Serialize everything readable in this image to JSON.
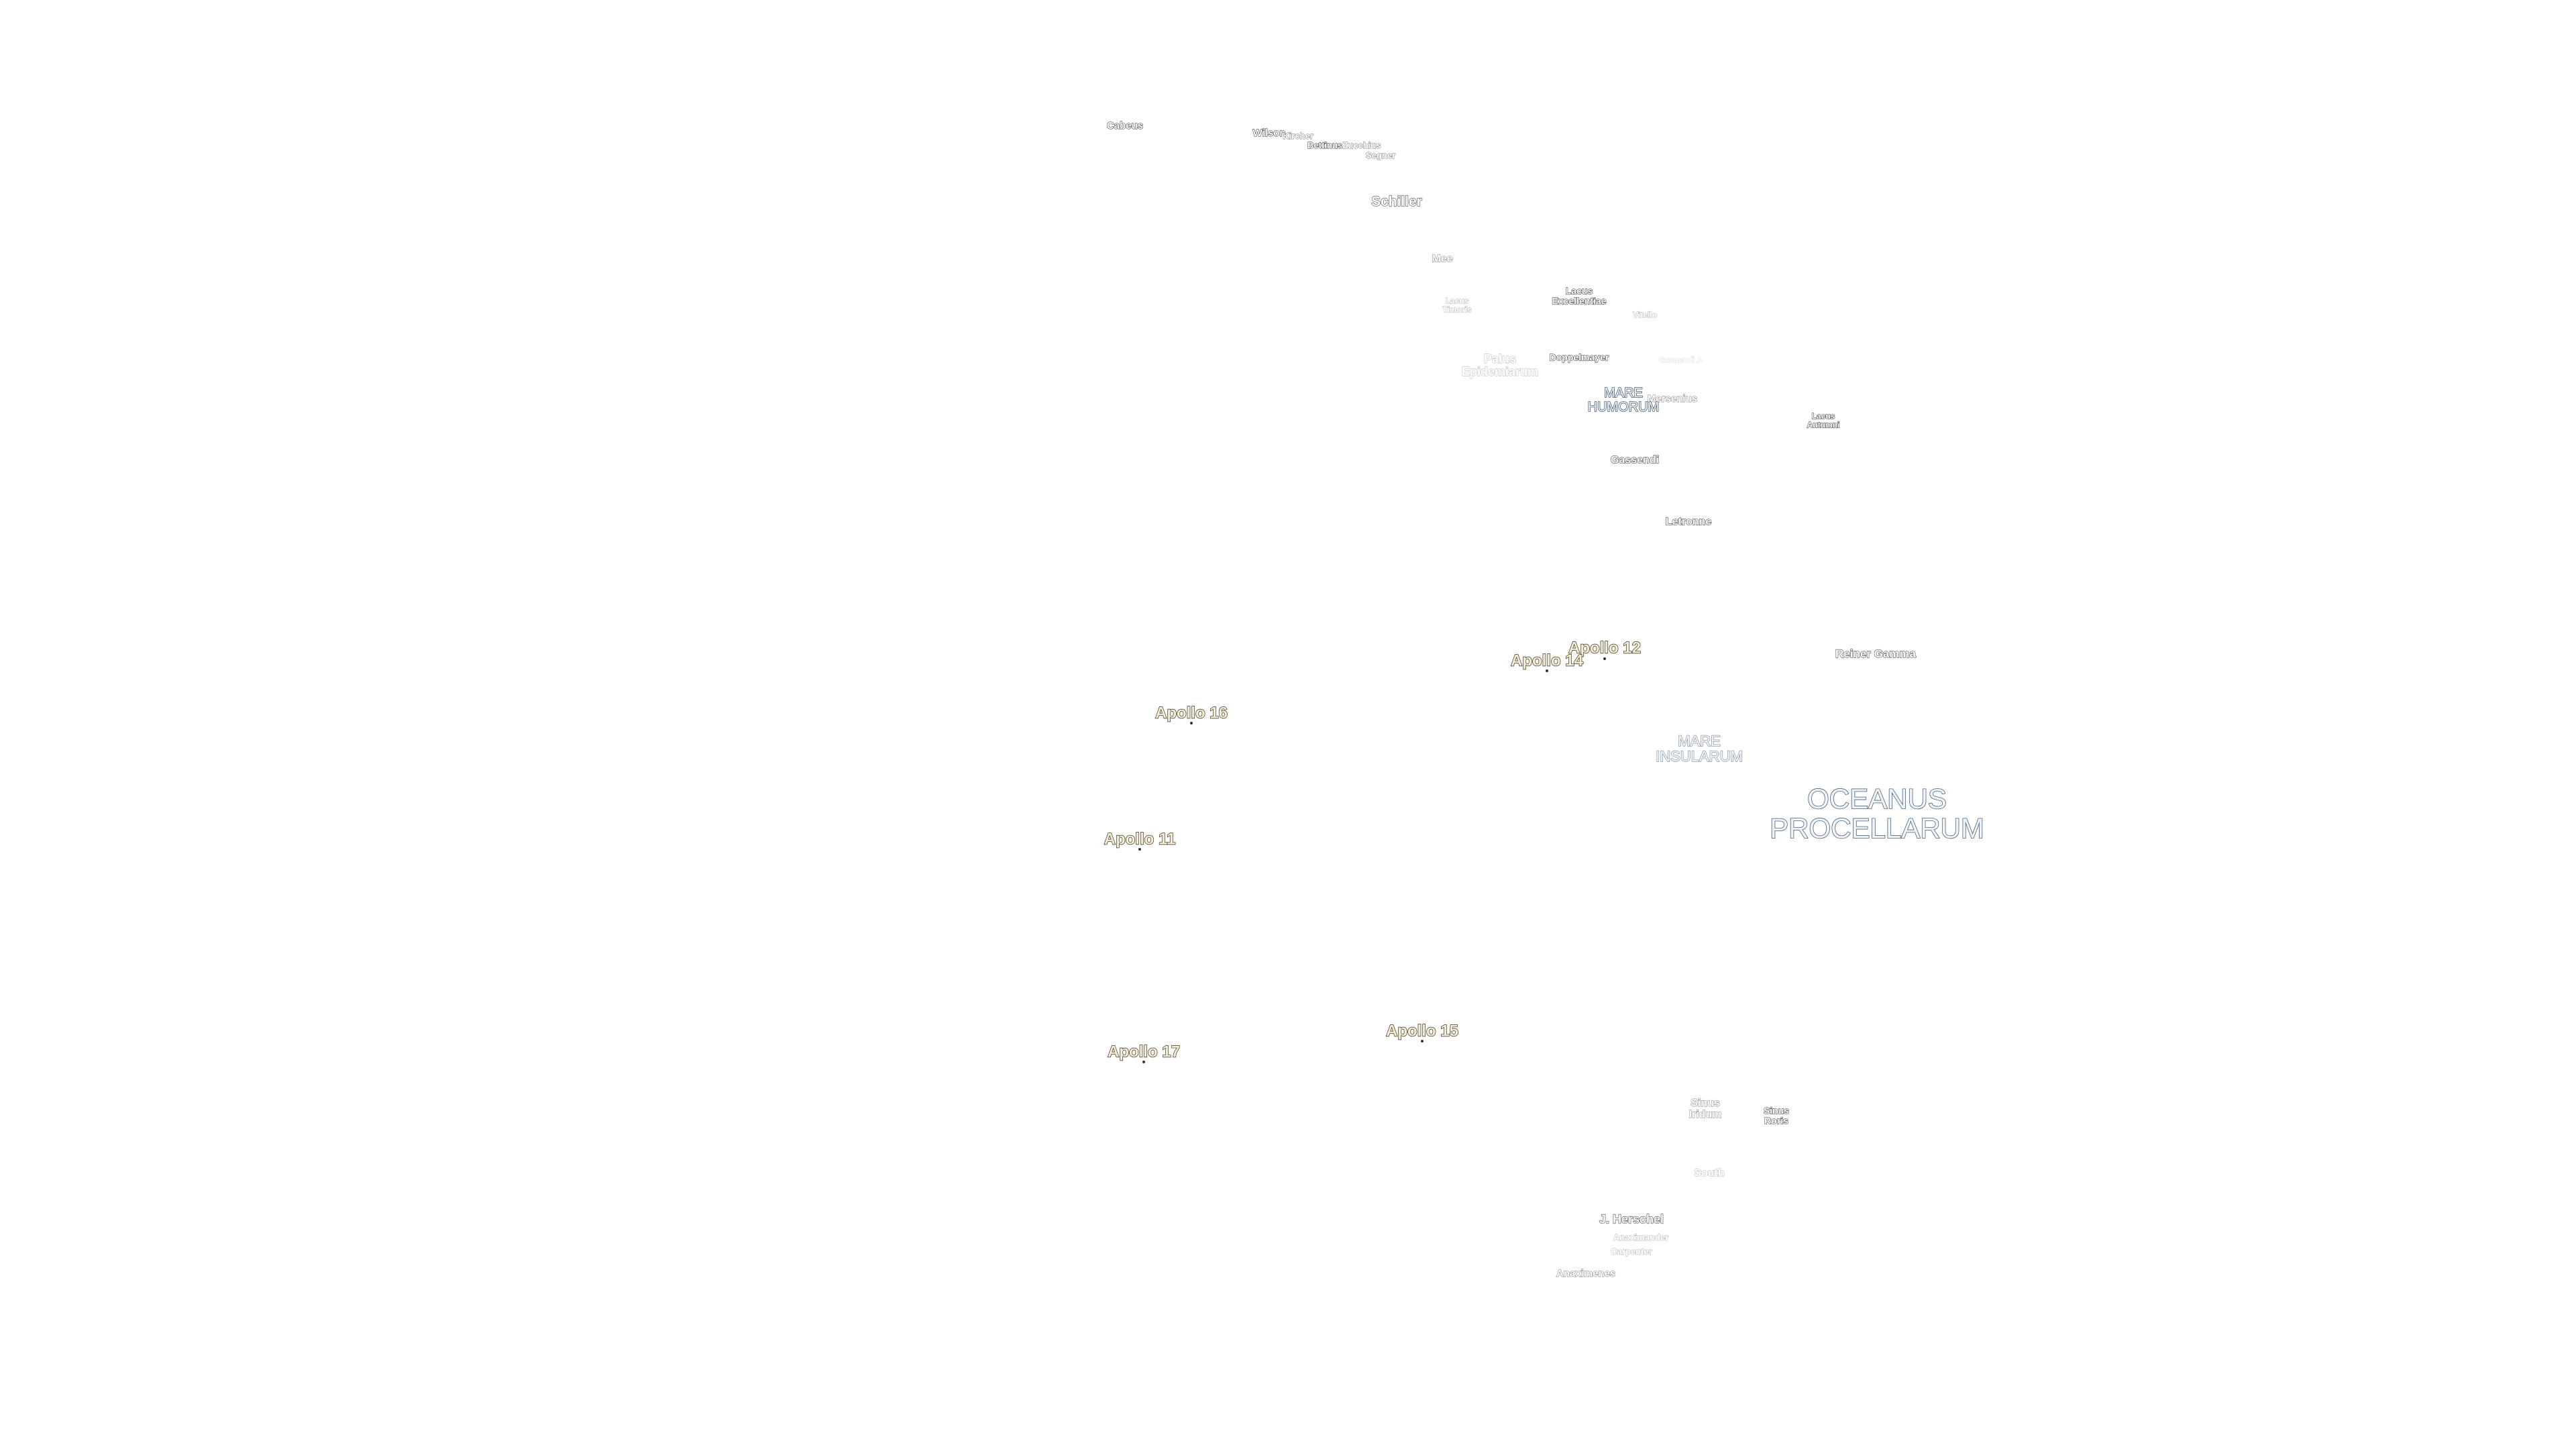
{
  "map": {
    "labels": [
      {
        "id": "cabeus",
        "text": "Cabeus",
        "kind": "crater"
      },
      {
        "id": "wilson",
        "text": "Wilson",
        "kind": "crater"
      },
      {
        "id": "kircher",
        "text": "Kircher",
        "kind": "crater"
      },
      {
        "id": "bettinus",
        "text": "Bettinus",
        "kind": "crater"
      },
      {
        "id": "zucchius",
        "text": "Zucchius",
        "kind": "crater"
      },
      {
        "id": "segner",
        "text": "Segner",
        "kind": "crater"
      },
      {
        "id": "schiller",
        "text": "Schiller",
        "kind": "crater"
      },
      {
        "id": "mee",
        "text": "Mee",
        "kind": "crater"
      },
      {
        "id": "lacus-timoris",
        "text": "Lacus\nTimoris",
        "kind": "lacus"
      },
      {
        "id": "lacus-excellentiae",
        "text": "Lacus\nExcellentiae",
        "kind": "lacus"
      },
      {
        "id": "vitello",
        "text": "Vitello",
        "kind": "crater"
      },
      {
        "id": "palus-epidemiarum",
        "text": "Palus\nEpidemiarum",
        "kind": "palus"
      },
      {
        "id": "doppelmayer",
        "text": "Doppelmayer",
        "kind": "crater"
      },
      {
        "id": "gassendi-a",
        "text": "Gassendi A",
        "kind": "crater"
      },
      {
        "id": "mare-humorum",
        "text": "MARE\nHUMORUM",
        "kind": "mare"
      },
      {
        "id": "mersenius",
        "text": "Mersenius",
        "kind": "crater"
      },
      {
        "id": "lacus-autumni",
        "text": "Lacus\nAutumni",
        "kind": "lacus"
      },
      {
        "id": "gassendi",
        "text": "Gassendi",
        "kind": "crater"
      },
      {
        "id": "letronne",
        "text": "Letronne",
        "kind": "crater"
      },
      {
        "id": "apollo-12",
        "text": "Apollo 12",
        "kind": "landing"
      },
      {
        "id": "apollo-14",
        "text": "Apollo 14",
        "kind": "landing"
      },
      {
        "id": "reiner-gamma",
        "text": "Reiner Gamma",
        "kind": "feature"
      },
      {
        "id": "apollo-16",
        "text": "Apollo 16",
        "kind": "landing"
      },
      {
        "id": "mare-insularum",
        "text": "MARE\nINSULARUM",
        "kind": "mare"
      },
      {
        "id": "oceanus-procellarum",
        "text": "OCEANUS\nPROCELLARUM",
        "kind": "oceanus"
      },
      {
        "id": "apollo-11",
        "text": "Apollo 11",
        "kind": "landing"
      },
      {
        "id": "apollo-15",
        "text": "Apollo 15",
        "kind": "landing"
      },
      {
        "id": "apollo-17",
        "text": "Apollo 17",
        "kind": "landing"
      },
      {
        "id": "sinus-iridum",
        "text": "Sinus\nIridum",
        "kind": "sinus"
      },
      {
        "id": "sinus-roris",
        "text": "Sinus\nRoris",
        "kind": "sinus"
      },
      {
        "id": "south",
        "text": "South",
        "kind": "crater"
      },
      {
        "id": "j-herschel",
        "text": "J. Herschel",
        "kind": "crater"
      },
      {
        "id": "anaximander",
        "text": "Anaximander",
        "kind": "crater"
      },
      {
        "id": "carpenter",
        "text": "Carpenter",
        "kind": "crater"
      },
      {
        "id": "anaximenes",
        "text": "Anaximenes",
        "kind": "crater"
      }
    ]
  }
}
